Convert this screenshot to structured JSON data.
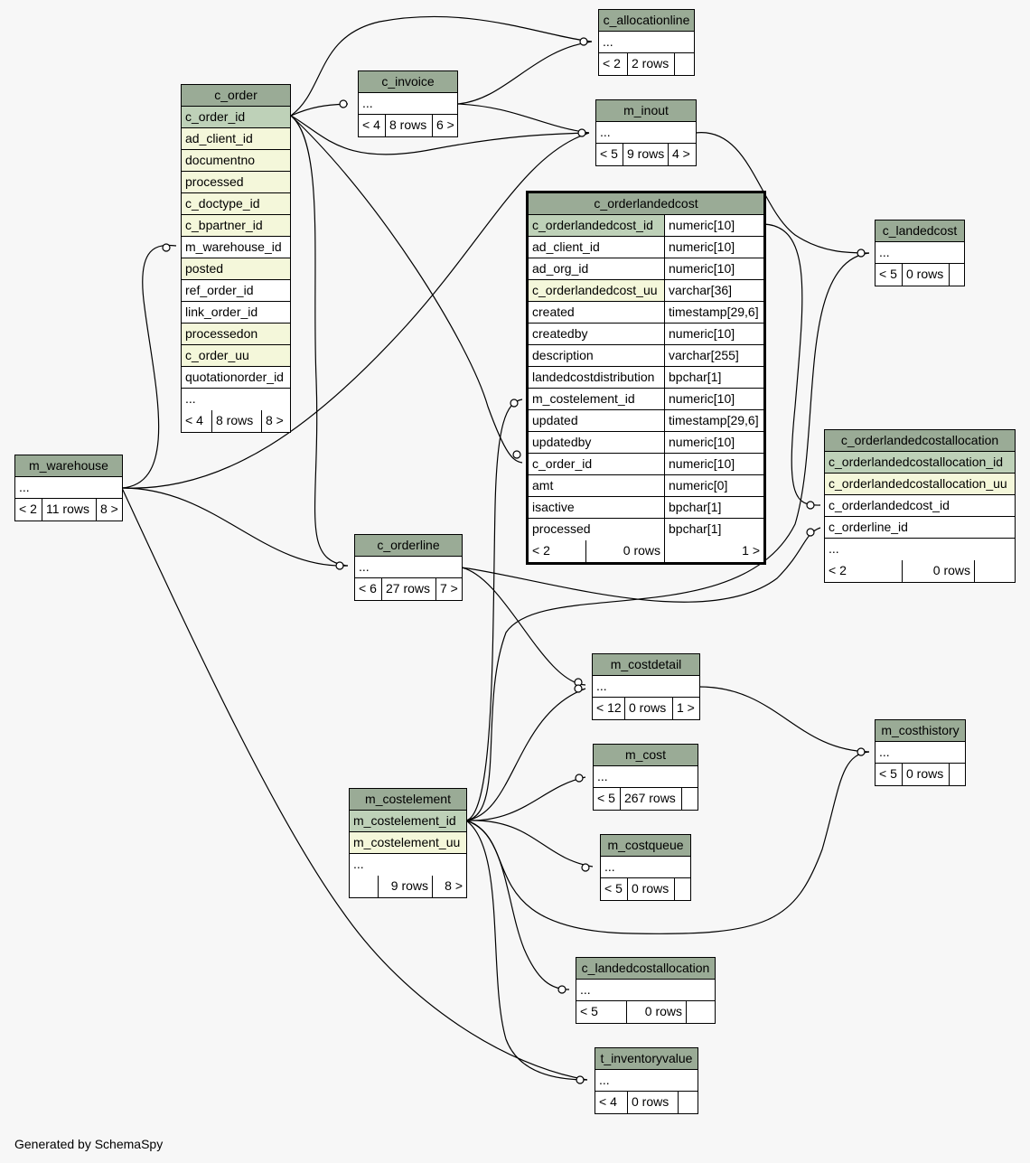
{
  "footer": "Generated by SchemaSpy",
  "colors": {
    "header": "#9aab96",
    "primary_key_row": "#bed1b8",
    "indexed_row": "#f4f7da",
    "plain_row": "#ffffff",
    "background": "#f7f7f7"
  },
  "tables": {
    "c_allocationline": {
      "name": "c_allocationline",
      "more": "...",
      "foot": [
        "< 2",
        "2 rows",
        ""
      ]
    },
    "c_invoice": {
      "name": "c_invoice",
      "more": "...",
      "foot": [
        "< 4",
        "8 rows",
        "6 >"
      ]
    },
    "m_inout": {
      "name": "m_inout",
      "more": "...",
      "foot": [
        "< 5",
        "9 rows",
        "4 >"
      ]
    },
    "c_order": {
      "name": "c_order",
      "columns": [
        {
          "name": "c_order_id",
          "style": "pk"
        },
        {
          "name": "ad_client_id",
          "style": "idx"
        },
        {
          "name": "documentno",
          "style": "idx"
        },
        {
          "name": "processed",
          "style": "idx"
        },
        {
          "name": "c_doctype_id",
          "style": "idx"
        },
        {
          "name": "c_bpartner_id",
          "style": "idx"
        },
        {
          "name": "m_warehouse_id",
          "style": "plain"
        },
        {
          "name": "posted",
          "style": "idx"
        },
        {
          "name": "ref_order_id",
          "style": "plain"
        },
        {
          "name": "link_order_id",
          "style": "plain"
        },
        {
          "name": "processedon",
          "style": "idx"
        },
        {
          "name": "c_order_uu",
          "style": "idx"
        },
        {
          "name": "quotationorder_id",
          "style": "plain"
        },
        {
          "name": "...",
          "style": "plain"
        }
      ],
      "foot": [
        "< 4",
        "8 rows",
        "8 >"
      ]
    },
    "c_orderlandedcost": {
      "name": "c_orderlandedcost",
      "columns": [
        {
          "name": "c_orderlandedcost_id",
          "type": "numeric[10]",
          "style": "pk"
        },
        {
          "name": "ad_client_id",
          "type": "numeric[10]",
          "style": "plain"
        },
        {
          "name": "ad_org_id",
          "type": "numeric[10]",
          "style": "plain"
        },
        {
          "name": "c_orderlandedcost_uu",
          "type": "varchar[36]",
          "style": "idx"
        },
        {
          "name": "created",
          "type": "timestamp[29,6]",
          "style": "plain"
        },
        {
          "name": "createdby",
          "type": "numeric[10]",
          "style": "plain"
        },
        {
          "name": "description",
          "type": "varchar[255]",
          "style": "plain"
        },
        {
          "name": "landedcostdistribution",
          "type": "bpchar[1]",
          "style": "plain"
        },
        {
          "name": "m_costelement_id",
          "type": "numeric[10]",
          "style": "plain"
        },
        {
          "name": "updated",
          "type": "timestamp[29,6]",
          "style": "plain"
        },
        {
          "name": "updatedby",
          "type": "numeric[10]",
          "style": "plain"
        },
        {
          "name": "c_order_id",
          "type": "numeric[10]",
          "style": "plain"
        },
        {
          "name": "amt",
          "type": "numeric[0]",
          "style": "plain"
        },
        {
          "name": "isactive",
          "type": "bpchar[1]",
          "style": "plain"
        },
        {
          "name": "processed",
          "type": "bpchar[1]",
          "style": "plain"
        }
      ],
      "foot": [
        "< 2",
        "0 rows",
        "1 >"
      ]
    },
    "c_landedcost": {
      "name": "c_landedcost",
      "more": "...",
      "foot": [
        "< 5",
        "0 rows",
        ""
      ]
    },
    "c_orderlandedcostallocation": {
      "name": "c_orderlandedcostallocation",
      "columns": [
        {
          "name": "c_orderlandedcostallocation_id",
          "style": "pk"
        },
        {
          "name": "c_orderlandedcostallocation_uu",
          "style": "idx"
        },
        {
          "name": "c_orderlandedcost_id",
          "style": "plain"
        },
        {
          "name": "c_orderline_id",
          "style": "plain"
        },
        {
          "name": "...",
          "style": "plain"
        }
      ],
      "foot": [
        "< 2",
        "0 rows",
        ""
      ]
    },
    "m_warehouse": {
      "name": "m_warehouse",
      "more": "...",
      "foot": [
        "< 2",
        "11 rows",
        "8 >"
      ]
    },
    "c_orderline": {
      "name": "c_orderline",
      "more": "...",
      "foot": [
        "< 6",
        "27 rows",
        "7 >"
      ]
    },
    "m_costdetail": {
      "name": "m_costdetail",
      "more": "...",
      "foot": [
        "< 12",
        "0 rows",
        "1 >"
      ]
    },
    "m_cost": {
      "name": "m_cost",
      "more": "...",
      "foot": [
        "< 5",
        "267 rows",
        ""
      ]
    },
    "m_costhistory": {
      "name": "m_costhistory",
      "more": "...",
      "foot": [
        "< 5",
        "0 rows",
        ""
      ]
    },
    "m_costqueue": {
      "name": "m_costqueue",
      "more": "...",
      "foot": [
        "< 5",
        "0 rows",
        ""
      ]
    },
    "m_costelement": {
      "name": "m_costelement",
      "columns": [
        {
          "name": "m_costelement_id",
          "style": "pk"
        },
        {
          "name": "m_costelement_uu",
          "style": "idx"
        },
        {
          "name": "...",
          "style": "plain"
        }
      ],
      "foot": [
        "",
        "9 rows",
        "8 >"
      ]
    },
    "c_landedcostallocation": {
      "name": "c_landedcostallocation",
      "more": "...",
      "foot": [
        "< 5",
        "0 rows",
        ""
      ]
    },
    "t_inventoryvalue": {
      "name": "t_inventoryvalue",
      "more": "...",
      "foot": [
        "< 4",
        "0 rows",
        ""
      ]
    }
  },
  "relationships": [
    {
      "from": "c_order",
      "to": "c_allocationline"
    },
    {
      "from": "c_order",
      "to": "c_invoice"
    },
    {
      "from": "c_order",
      "to": "m_inout"
    },
    {
      "from": "c_order",
      "to": "c_orderline"
    },
    {
      "from": "c_order",
      "to": "c_orderlandedcost"
    },
    {
      "from": "c_invoice",
      "to": "c_allocationline"
    },
    {
      "from": "c_invoice",
      "to": "m_inout"
    },
    {
      "from": "m_inout",
      "to": "c_landedcost"
    },
    {
      "from": "m_warehouse",
      "to": "c_order"
    },
    {
      "from": "m_warehouse",
      "to": "m_inout"
    },
    {
      "from": "m_warehouse",
      "to": "c_orderline"
    },
    {
      "from": "m_warehouse",
      "to": "t_inventoryvalue"
    },
    {
      "from": "c_orderlandedcost",
      "to": "c_orderlandedcostallocation"
    },
    {
      "from": "c_orderline",
      "to": "c_orderlandedcostallocation"
    },
    {
      "from": "c_orderline",
      "to": "m_costdetail"
    },
    {
      "from": "m_costdetail",
      "to": "m_costhistory"
    },
    {
      "from": "m_costelement",
      "to": "c_orderlandedcost"
    },
    {
      "from": "m_costelement",
      "to": "c_landedcost"
    },
    {
      "from": "m_costelement",
      "to": "m_costdetail"
    },
    {
      "from": "m_costelement",
      "to": "m_cost"
    },
    {
      "from": "m_costelement",
      "to": "m_costqueue"
    },
    {
      "from": "m_costelement",
      "to": "m_costhistory"
    },
    {
      "from": "m_costelement",
      "to": "c_landedcostallocation"
    },
    {
      "from": "m_costelement",
      "to": "t_inventoryvalue"
    }
  ]
}
